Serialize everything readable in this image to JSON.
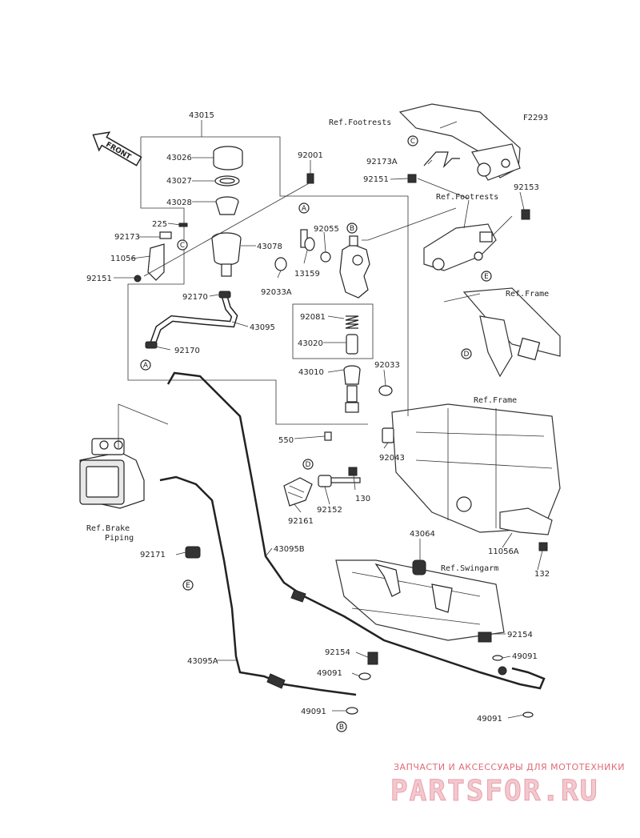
{
  "diagram": {
    "figure_code": "F2293",
    "front_label": "FRONT",
    "parts": [
      "43015",
      "43026",
      "43027",
      "43028",
      "225",
      "92173",
      "11056",
      "92151",
      "43078",
      "92001",
      "92055",
      "13159",
      "92033A",
      "92170",
      "43095",
      "92170",
      "92081",
      "43020",
      "43010",
      "92033",
      "550",
      "92043",
      "92161",
      "92152",
      "130",
      "92173A",
      "92151",
      "92153",
      "43064",
      "11056A",
      "132",
      "92171",
      "43095B",
      "92154",
      "49091",
      "43095A",
      "92154",
      "49091",
      "49091",
      "49091"
    ],
    "refs": {
      "footrests_1": "Ref.Footrests",
      "footrests_2": "Ref.Footrests",
      "frame_1": "Ref.Frame",
      "frame_2": "Ref.Frame",
      "brake_piping_1": "Ref.Brake",
      "brake_piping_2": "Piping",
      "swingarm": "Ref.Swingarm"
    },
    "callouts": [
      "A",
      "A",
      "B",
      "B",
      "C",
      "C",
      "C",
      "D",
      "D",
      "E",
      "E"
    ]
  },
  "watermark": {
    "tagline": "ЗАПЧАСТИ И АКСЕССУАРЫ ДЛЯ МОТОТЕХНИКИ",
    "brand": "PARTSFOR.RU"
  }
}
